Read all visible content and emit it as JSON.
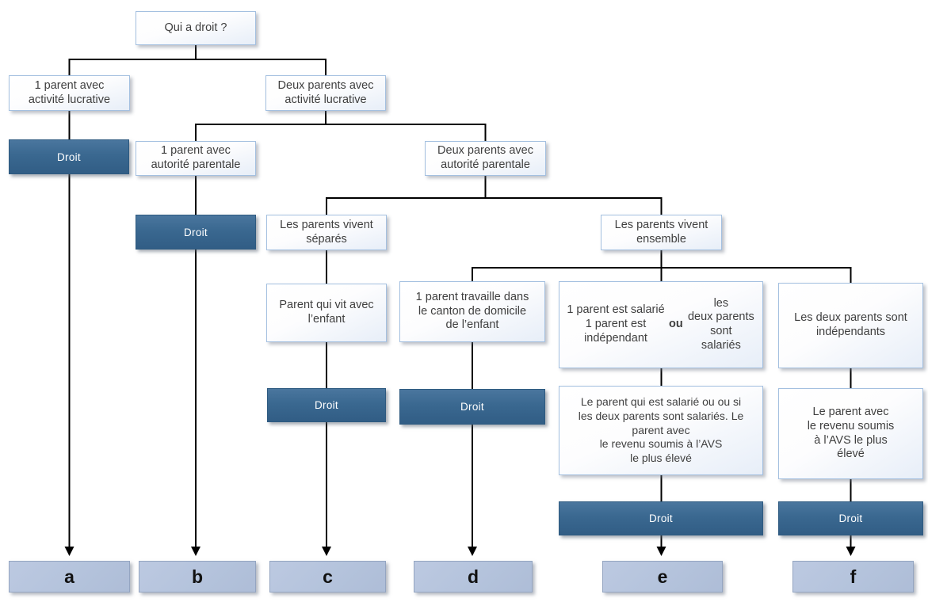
{
  "palette": {
    "light_box_border": "#a4c0e0",
    "light_box_fill": "#ffffff",
    "light_box_fill_edge": "#e7eef8",
    "droit_fill": "#3a6890",
    "droit_border": "#2e5a80",
    "droit_text": "#ffffff",
    "outcome_fill": "#b4c3dc",
    "outcome_border": "#94a5c1",
    "connector": "#000000",
    "text": "#3f3f3f"
  },
  "diagram": {
    "title": "Qui a droit ?",
    "droit_label": "Droit",
    "nodes": {
      "one_parent_lucrative": "1 parent avec\nactivité lucrative",
      "two_parents_lucrative": "Deux parents avec\nactivité lucrative",
      "one_parent_autorite": "1 parent avec\nautorité parentale",
      "two_parents_autorite": "Deux parents avec\nautorité parentale",
      "parents_separes": "Les parents vivent\nséparés",
      "parents_ensemble": "Les parents vivent\nensemble",
      "parent_vit_enfant": "Parent qui vit avec\nl’enfant",
      "parent_canton": "1 parent travaille dans\nle canton de domicile\nde l’enfant",
      "salarie_mix_pre": "1 parent est salarié\n1 parent est indépendant ",
      "salarie_mix_bold": "ou",
      "salarie_mix_post": " les\ndeux parents sont\nsalariés",
      "deux_independants": "Les deux parents sont\nindépendants",
      "salarie_avs": "Le parent qui est salarié ou ou si\nles deux parents sont salariés. Le\nparent avec\nle revenu soumis à l’AVS\nle plus élevé",
      "revenu_avs": "Le parent avec\nle revenu soumis\nà l’AVS le plus\nélevé"
    },
    "outcomes": [
      "a",
      "b",
      "c",
      "d",
      "e",
      "f"
    ]
  }
}
